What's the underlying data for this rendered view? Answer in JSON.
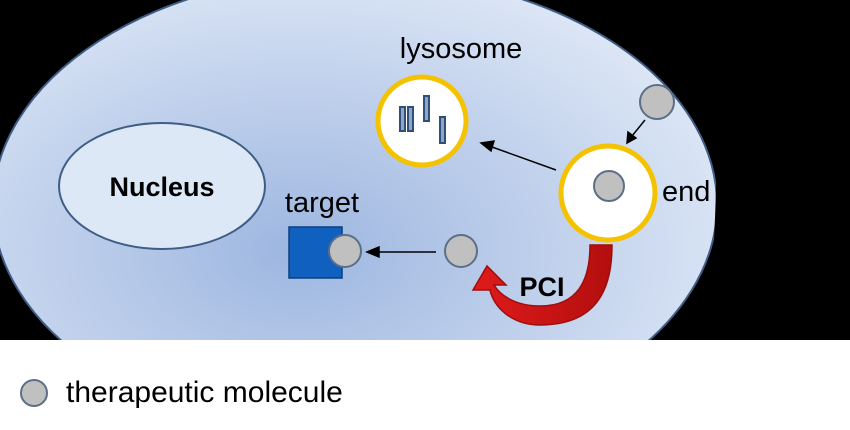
{
  "labels": {
    "nucleus": "Nucleus",
    "lysosome": "lysosome",
    "target": "target",
    "endosome_partial": "end",
    "pci": "PCI"
  },
  "legend": {
    "item": "therapeutic molecule"
  },
  "colors": {
    "background": "#000000",
    "cell_edge": "#dbe5f5",
    "cell_center": "#9db6e0",
    "cell_outline": "#3f5d85",
    "nucleus_fill": "#dce8f6",
    "vesicle_ring": "#f5c200",
    "molecule": "#c0c0c0",
    "target_box": "#1060c0",
    "pci_arrow": "#d81818"
  }
}
